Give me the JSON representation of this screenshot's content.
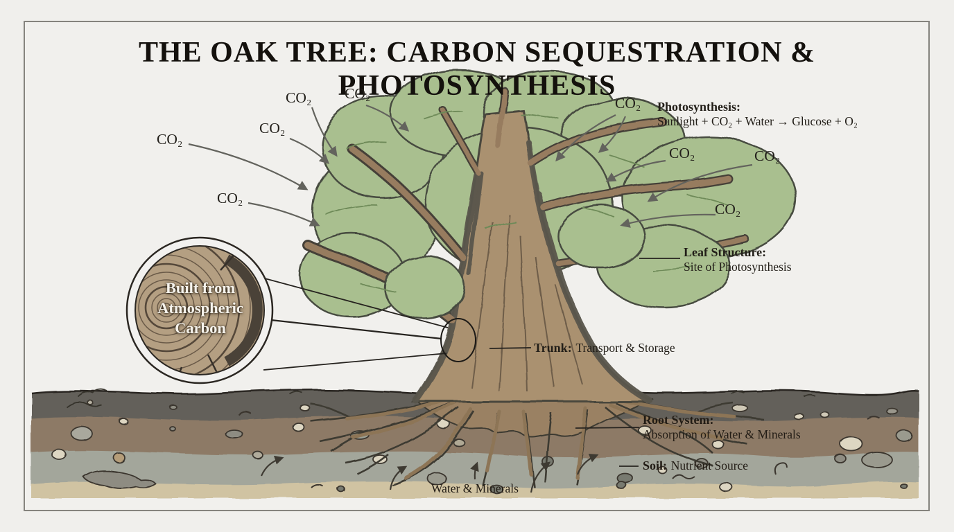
{
  "title": "THE OAK TREE: CARBON SEQUESTRATION & PHOTOSYNTHESIS",
  "labels": {
    "co2": "CO₂",
    "photosynthesis_title": "Photosynthesis:",
    "photosynthesis_formula": "Sunlight + CO₂ + Water → Glucose + O₂",
    "leaf_title": "Leaf Structure:",
    "leaf_sub": "Site of Photosynthesis",
    "trunk_title": "Trunk:",
    "trunk_sub": "Transport & Storage",
    "root_title": "Root System:",
    "root_sub": "Absorption of Water & Minerals",
    "soil_title": "Soil:",
    "soil_sub": "Nutrient Source",
    "water": "Water & Minerals"
  },
  "inset": {
    "lines": [
      "Built from",
      "Atmospheric",
      "Carbon"
    ]
  },
  "colors": {
    "background": "#f0efec",
    "canopy_green": "#a9bf8f",
    "canopy_outline": "#474c41",
    "trunk_brown": "#aa9170",
    "trunk_shadow": "#59554c",
    "soil_top": "#63615a",
    "soil_brown": "#8d7a66",
    "soil_gray": "#a3a69b",
    "soil_tan": "#d0c3a2",
    "ring_wood": "#b49f82",
    "arrow_gray": "#6a6a64",
    "ink": "#26231f"
  }
}
